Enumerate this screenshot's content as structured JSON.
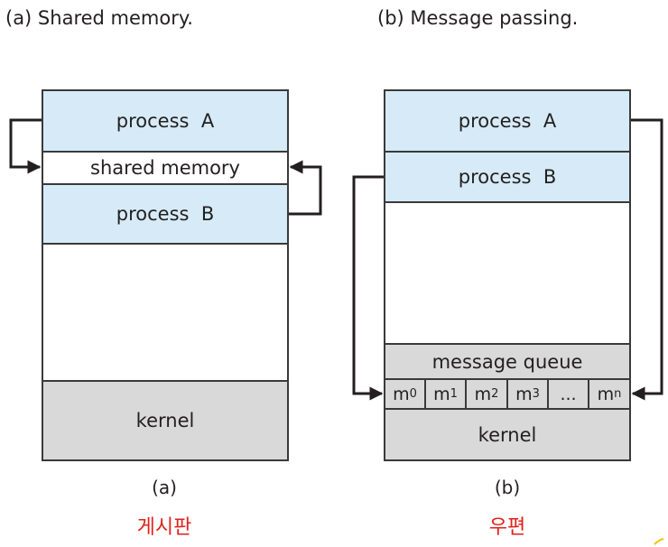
{
  "titles": {
    "a": "(a) Shared memory.",
    "b": "(b) Message passing."
  },
  "diagram_a": {
    "process_a": "process  A",
    "shared_memory": "shared memory",
    "process_b": "process  B",
    "kernel": "kernel",
    "caption": "(a)",
    "korean_label": "게시판"
  },
  "diagram_b": {
    "process_a": "process  A",
    "process_b": "process  B",
    "message_queue": "message queue",
    "queue_cells": [
      {
        "base": "m",
        "sub": "0"
      },
      {
        "base": "m",
        "sub": "1"
      },
      {
        "base": "m",
        "sub": "2"
      },
      {
        "base": "m",
        "sub": "3"
      },
      {
        "base": "...",
        "sub": ""
      },
      {
        "base": "m",
        "sub": "n"
      }
    ],
    "kernel": "kernel",
    "caption": "(b)",
    "korean_label": "우편"
  },
  "colors": {
    "process_fill": "#d6ebf7",
    "kernel_fill": "#d9d9d9",
    "korean_text": "#e0211b",
    "stroke": "#231f20"
  }
}
